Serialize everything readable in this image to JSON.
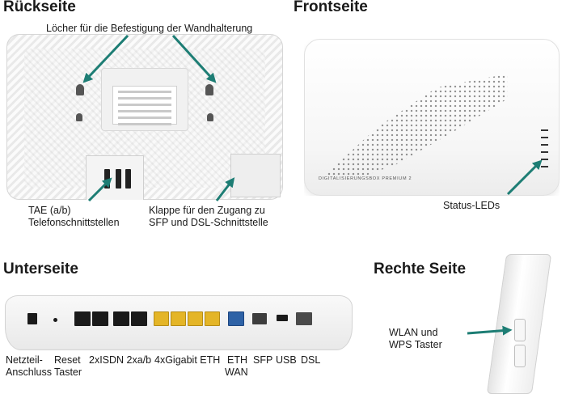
{
  "headings": {
    "back": "Rückseite",
    "front": "Frontseite",
    "bottom": "Unterseite",
    "right": "Rechte Seite"
  },
  "labels": {
    "wall_mount": "Löcher für die Befestigung der Wandhalterung",
    "tae_line1": "TAE (a/b)",
    "tae_line2": "Telefonschnittstellen",
    "klappe_line1": "Klappe für den Zugang zu",
    "klappe_line2": "SFP und DSL-Schnittstelle",
    "status_leds": "Status-LEDs",
    "wlan_line1": "WLAN und",
    "wlan_line2": "WPS Taster"
  },
  "port_labels": {
    "power_line1": "Netzteil-",
    "power_line2": "Anschluss",
    "reset_line1": "Reset",
    "reset_line2": "Taster",
    "isdn": "2xISDN 2xa/b",
    "gigabit": "4xGigabit ETH",
    "eth_line1": "ETH",
    "eth_line2": "WAN",
    "sfp": "SFP",
    "usb": "USB",
    "dsl": "DSL"
  },
  "device": {
    "name": "DIGITALISIERUNGSBOX PREMIUM 2"
  },
  "colors": {
    "arrow": "#1d7d74",
    "heading": "#1a1a1a",
    "lan_port": "#e4b527",
    "wan_port": "#2e62a6"
  }
}
